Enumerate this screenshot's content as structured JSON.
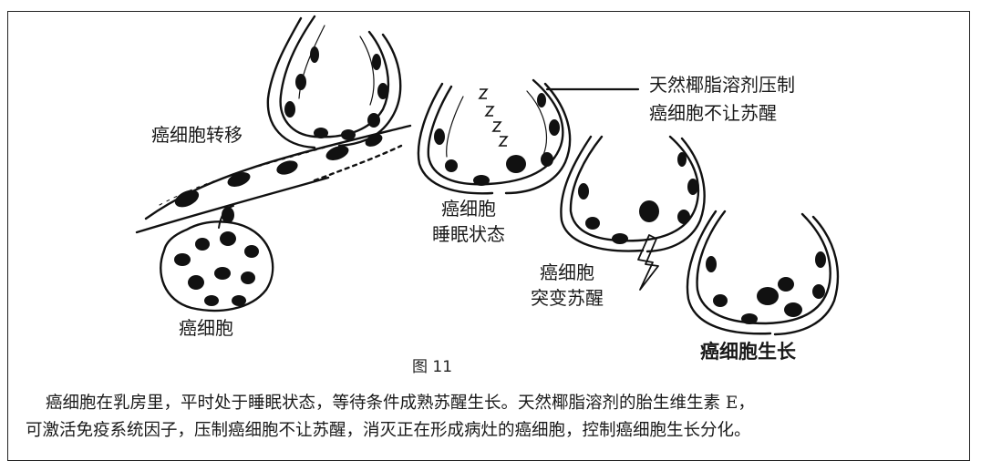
{
  "labels": {
    "metastasis": "癌细胞转移",
    "cancer_cell": "癌细胞",
    "sleep_line1": "癌细胞",
    "sleep_line2": "睡眠状态",
    "wake_line1": "癌细胞",
    "wake_line2": "突变苏醒",
    "growth": "癌细胞生长",
    "annotation_line1": "天然椰脂溶剂压制",
    "annotation_line2": "癌细胞不让苏醒"
  },
  "figure_title": "图 11",
  "caption": {
    "line1": "癌细胞在乳房里，平时处于睡眠状态，等待条件成熟苏醒生长。天然椰脂溶剂的胎生维生素 E，",
    "line2": "可激活免疫系统因子，压制癌细胞不让苏醒，消灭正在形成病灶的癌细胞，控制癌细胞生长分化。"
  },
  "icons": [
    "sleep-z-icon",
    "lightning-icon"
  ]
}
